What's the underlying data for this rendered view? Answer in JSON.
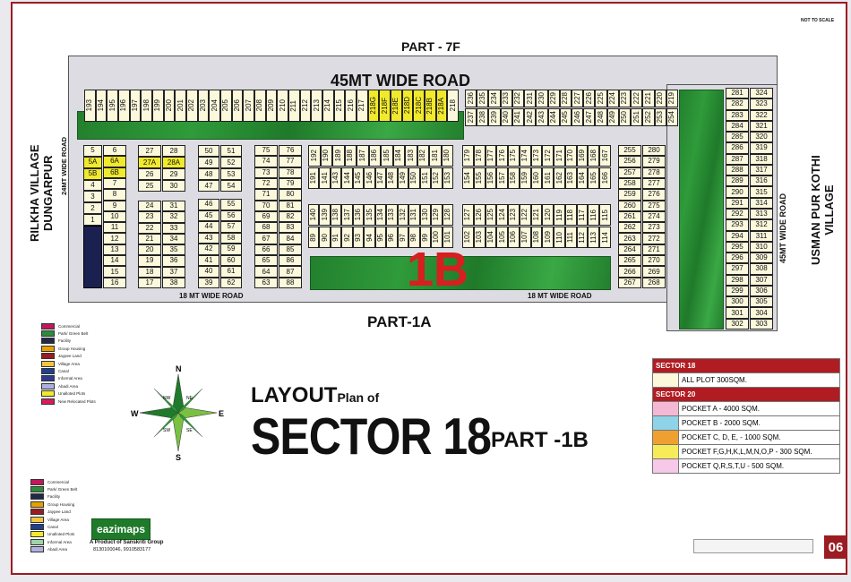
{
  "map": {
    "part_top": "PART - 7F",
    "road_top": "45MT WIDE ROAD",
    "road_bottom_left": "18 MT WIDE  ROAD",
    "road_bottom_right": "18 MT WIDE ROAD",
    "road_left": "24MT WIDE ROAD",
    "road_right": "45MT WIDE ROAD",
    "part_bottom": "PART-1A",
    "village_left": "RILKHA VILLAGE\nDUNGARPUR",
    "village_right": "USMAN PUR KOTHI\nVILLAGE",
    "sector_mark": "1B",
    "not_to_scale": "NOT TO SCALE",
    "page_number": "06",
    "colors": {
      "border": "#9b1c22",
      "plot": "#fbf8dc",
      "yellow_plot": "#f1e92c",
      "green": "#2f9b3a",
      "sector_mark": "#d61f1f"
    }
  },
  "plots": {
    "top_row_a": [
      "193",
      "194",
      "195",
      "196",
      "197",
      "198",
      "199",
      "200",
      "201",
      "202",
      "203",
      "204",
      "205",
      "206",
      "207",
      "208",
      "209",
      "210",
      "211",
      "212",
      "213",
      "214",
      "215",
      "216",
      "217",
      "218G",
      "218F",
      "218E",
      "218D",
      "218C",
      "218B",
      "218A",
      "218"
    ],
    "top_yellow": [
      "218G",
      "218F",
      "218E",
      "218D",
      "218C",
      "218B",
      "218A"
    ],
    "top_right_top": [
      "236",
      "235",
      "234",
      "233",
      "232",
      "231",
      "230",
      "229",
      "228",
      "227",
      "226",
      "225",
      "224",
      "223",
      "222",
      "221",
      "220",
      "219"
    ],
    "top_right_bottom": [
      "237",
      "238",
      "239",
      "240",
      "241",
      "242",
      "243",
      "244",
      "245",
      "246",
      "247",
      "248",
      "249",
      "250",
      "251",
      "252",
      "253",
      "254"
    ],
    "left_col_a": [
      "5",
      "5A",
      "5B",
      "4",
      "3",
      "2",
      "1"
    ],
    "left_col_b": [
      "6",
      "6A",
      "6B",
      "7",
      "8",
      "9",
      "10",
      "11",
      "12",
      "13",
      "14",
      "15",
      "16"
    ],
    "left_yellow": [
      "5A",
      "5B",
      "6A",
      "6B",
      "27A",
      "28A"
    ],
    "col_27": [
      "27",
      "27A",
      "26",
      "25"
    ],
    "col_28": [
      "28",
      "28A",
      "29",
      "30"
    ],
    "col_24": [
      "24",
      "23",
      "22",
      "21",
      "20",
      "19",
      "18",
      "17"
    ],
    "col_31": [
      "31",
      "32",
      "33",
      "34",
      "35",
      "36",
      "37",
      "38"
    ],
    "col_50": [
      "50",
      "49",
      "48",
      "47"
    ],
    "col_51": [
      "51",
      "52",
      "53",
      "54"
    ],
    "col_46": [
      "46",
      "45",
      "44",
      "43",
      "42",
      "41",
      "40",
      "39"
    ],
    "col_55": [
      "55",
      "56",
      "57",
      "58",
      "59",
      "60",
      "61",
      "62"
    ],
    "col_75": [
      "75",
      "74",
      "73",
      "72",
      "71",
      "70",
      "69",
      "68",
      "67",
      "66",
      "65",
      "64",
      "63"
    ],
    "col_76": [
      "76",
      "77",
      "78",
      "79",
      "80",
      "81",
      "82",
      "83",
      "84",
      "85",
      "86",
      "87",
      "88"
    ],
    "mid_a_top": [
      "192",
      "190",
      "189",
      "188",
      "187",
      "186",
      "185",
      "184",
      "183",
      "182",
      "181",
      "180"
    ],
    "mid_a_bot": [
      "191",
      "141",
      "143",
      "144",
      "145",
      "146",
      "147",
      "148",
      "149",
      "150",
      "151",
      "152",
      "153"
    ],
    "mid_b_top": [
      "140",
      "139",
      "138",
      "137",
      "136",
      "135",
      "134",
      "133",
      "132",
      "131",
      "130",
      "129",
      "128"
    ],
    "mid_b_bot": [
      "89",
      "90",
      "91",
      "92",
      "93",
      "94",
      "95",
      "96",
      "97",
      "98",
      "99",
      "100",
      "101"
    ],
    "mid_c_top": [
      "179",
      "178",
      "177",
      "176",
      "175",
      "174",
      "173",
      "172",
      "171",
      "170",
      "169",
      "168",
      "167"
    ],
    "mid_c_bot": [
      "154",
      "155",
      "156",
      "157",
      "158",
      "159",
      "160",
      "161",
      "162",
      "163",
      "164",
      "165",
      "166"
    ],
    "mid_d_top": [
      "127",
      "126",
      "125",
      "124",
      "123",
      "122",
      "121",
      "120",
      "119",
      "118",
      "117",
      "116",
      "115"
    ],
    "mid_d_bot": [
      "102",
      "103",
      "104",
      "105",
      "106",
      "107",
      "108",
      "109",
      "110",
      "111",
      "112",
      "113",
      "114"
    ],
    "right_col_a": [
      "255",
      "256",
      "257",
      "258",
      "259",
      "260",
      "261",
      "262",
      "263",
      "264",
      "265",
      "266",
      "267"
    ],
    "right_col_b": [
      "280",
      "279",
      "278",
      "277",
      "276",
      "275",
      "274",
      "273",
      "272",
      "271",
      "270",
      "269",
      "268"
    ],
    "far_col_a": [
      "281",
      "282",
      "283",
      "284",
      "285",
      "286",
      "287",
      "288",
      "289",
      "290",
      "291",
      "292",
      "293",
      "294",
      "295",
      "296",
      "297",
      "298",
      "299",
      "300",
      "301",
      "302"
    ],
    "far_col_b": [
      "324",
      "323",
      "322",
      "321",
      "320",
      "319",
      "318",
      "317",
      "316",
      "315",
      "314",
      "313",
      "312",
      "311",
      "310",
      "309",
      "308",
      "307",
      "306",
      "305",
      "304",
      "303"
    ]
  },
  "title": {
    "layout": "LAYOUT",
    "plan_of": "Plan of",
    "sector": "SECTOR 18",
    "part": "PART -1B"
  },
  "compass": {
    "n": "N",
    "s": "S",
    "e": "E",
    "w": "W",
    "ne": "NE",
    "nw": "NW",
    "se": "SE",
    "sw": "SW"
  },
  "legend": {
    "items": [
      {
        "label": "Commercial",
        "color": "#c2185b"
      },
      {
        "label": "Park/ Green Belt",
        "color": "#2e8b3a"
      },
      {
        "label": "Facility",
        "color": "#1f2a44"
      },
      {
        "label": "Group Housing",
        "color": "#e6a100"
      },
      {
        "label": "Jaypee Land",
        "color": "#9b1c22"
      },
      {
        "label": "Village Area",
        "color": "#f4c542"
      },
      {
        "label": "Canal",
        "color": "#1f3f8f"
      },
      {
        "label": "Informal Area",
        "color": "#2b3b8f"
      },
      {
        "label": "Abadi Area",
        "color": "#b0b0e0"
      },
      {
        "label": "Unalloted Plots",
        "color": "#f1e92c"
      },
      {
        "label": "New Relocated Plots",
        "color": "#d81b60"
      }
    ],
    "items2": [
      {
        "label": "Commercial",
        "color": "#c2185b"
      },
      {
        "label": "Park/ Green Belt",
        "color": "#2e8b3a"
      },
      {
        "label": "Facility",
        "color": "#1f2a44"
      },
      {
        "label": "Group Housing",
        "color": "#e6a100"
      },
      {
        "label": "Jaypee Land",
        "color": "#9b1c22"
      },
      {
        "label": "Village Area",
        "color": "#f4c542"
      },
      {
        "label": "Canal",
        "color": "#1f3f8f"
      },
      {
        "label": "Unalloted Plots",
        "color": "#f1e92c"
      },
      {
        "label": "Informal Area",
        "color": "#9fd3a8"
      },
      {
        "label": "Abadi Area",
        "color": "#b0b0e0"
      }
    ]
  },
  "brand": {
    "name": "eazimaps",
    "line1": "A Product of Sanskriti Group",
    "line2": "8130100046, 9910583177"
  },
  "pockets": {
    "sector18_header": "SECTOR 18",
    "sector18_rows": [
      {
        "label": "ALL PLOT  300SQM.",
        "color": "#fbf8dc"
      }
    ],
    "sector20_header": "SECTOR 20",
    "sector20_rows": [
      {
        "label": "POCKET A   - 4000 SQM.",
        "color": "#f4b8d4"
      },
      {
        "label": "POCKET B   - 2000 SQM.",
        "color": "#8fd3e8"
      },
      {
        "label": "POCKET C, D, E, - 1000 SQM.",
        "color": "#f0a030"
      },
      {
        "label": "POCKET  F,G,H,K,L,M,N,O,P  - 300 SQM.",
        "color": "#f6ec5a"
      },
      {
        "label": "POCKET Q,R,S,T,U  -  500 SQM.",
        "color": "#f7c8e8"
      }
    ]
  }
}
